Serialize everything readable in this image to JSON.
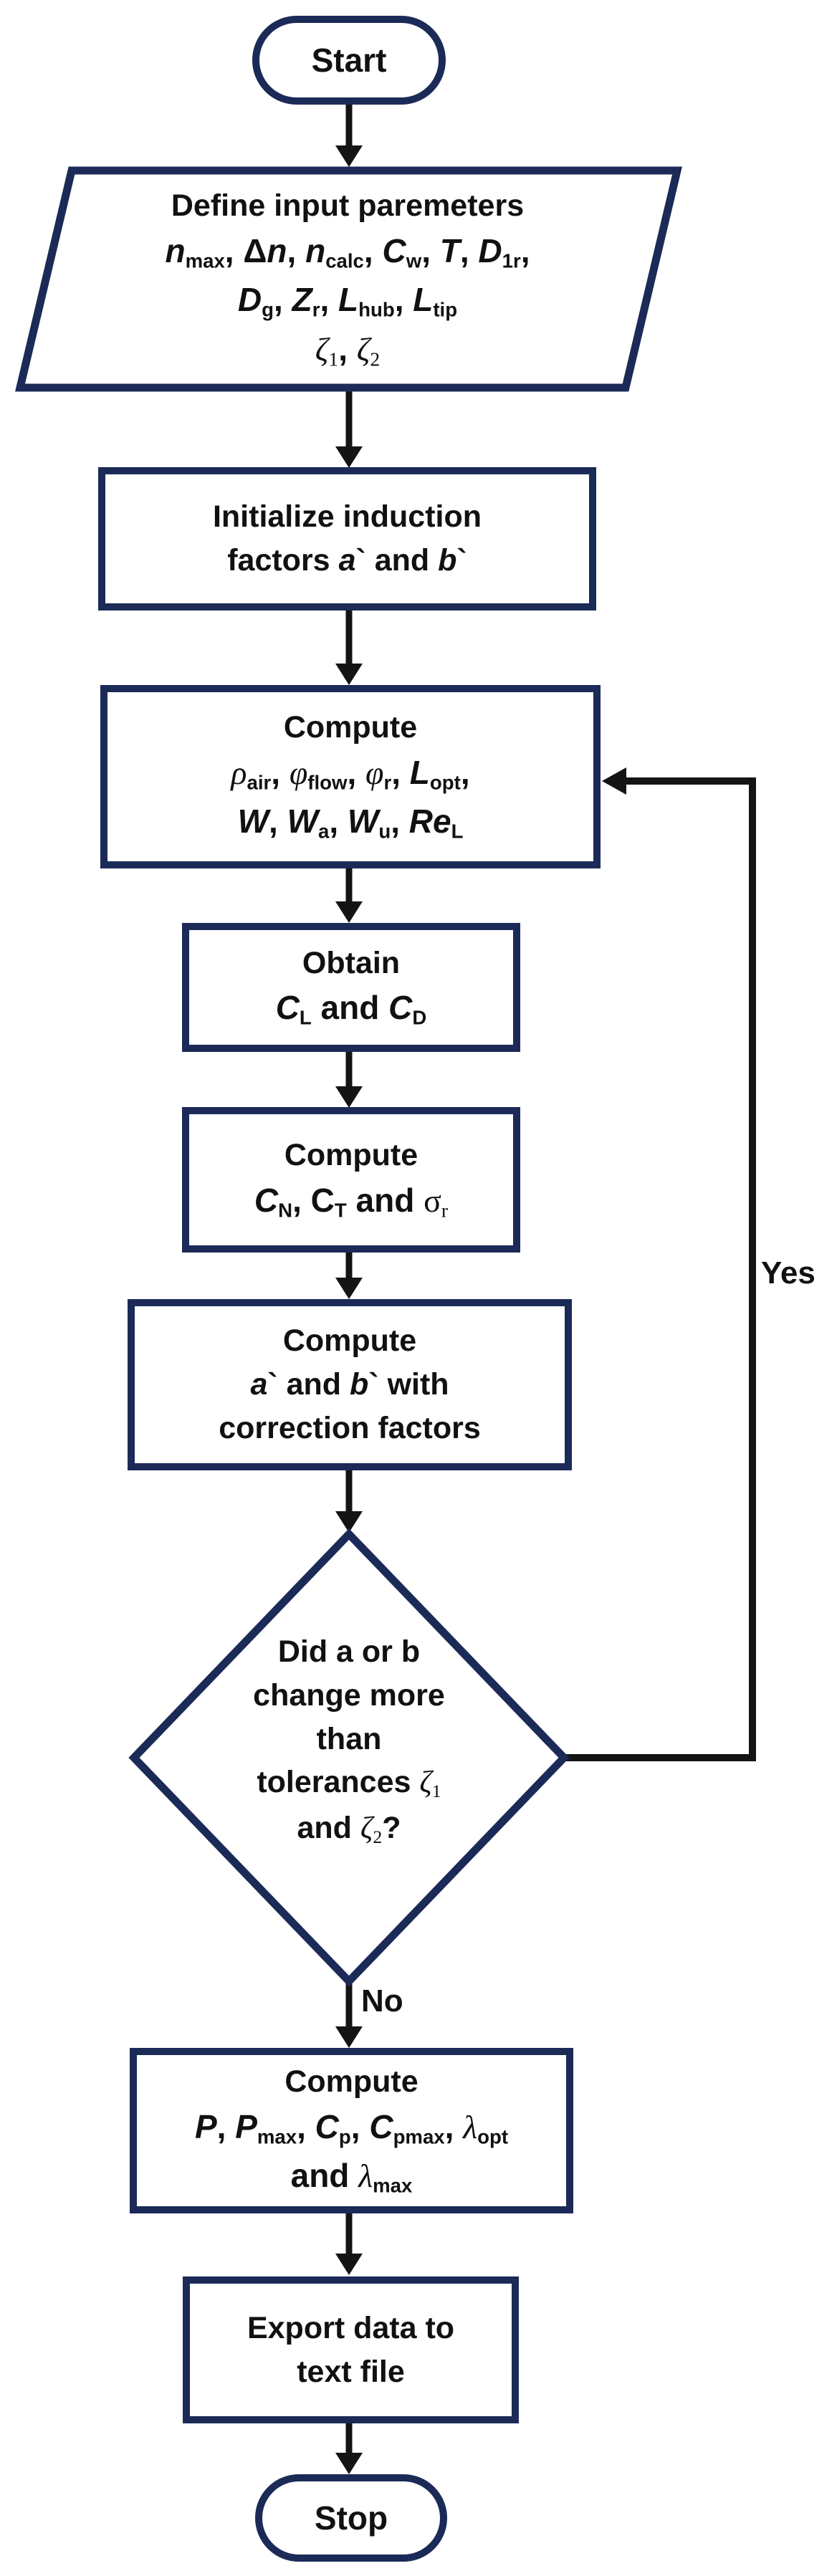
{
  "colors": {
    "outline": "#1b2a57",
    "connector": "#141414",
    "text": "#111111",
    "background": "#ffffff"
  },
  "flowchart": {
    "start": {
      "label": "Start"
    },
    "define": {
      "line1": "Define input paremeters",
      "line2": [
        {
          "t": "n",
          "c": "it"
        },
        {
          "t": "max",
          "c": "sub"
        },
        {
          "t": ", Δ"
        },
        {
          "t": "n",
          "c": "it"
        },
        {
          "t": ", "
        },
        {
          "t": "n",
          "c": "it"
        },
        {
          "t": "calc",
          "c": "sub"
        },
        {
          "t": ", "
        },
        {
          "t": "C",
          "c": "it"
        },
        {
          "t": "w",
          "c": "sub"
        },
        {
          "t": ", "
        },
        {
          "t": "T",
          "c": "it"
        },
        {
          "t": ", "
        },
        {
          "t": "D",
          "c": "it"
        },
        {
          "t": "1r",
          "c": "sub"
        },
        {
          "t": ","
        }
      ],
      "line3": [
        {
          "t": "D",
          "c": "it"
        },
        {
          "t": "g",
          "c": "sub"
        },
        {
          "t": ", "
        },
        {
          "t": "Z",
          "c": "it"
        },
        {
          "t": "r",
          "c": "sub"
        },
        {
          "t": ", "
        },
        {
          "t": "L",
          "c": "it"
        },
        {
          "t": "hub",
          "c": "sub"
        },
        {
          "t": ", "
        },
        {
          "t": "L",
          "c": "it"
        },
        {
          "t": "tip",
          "c": "sub"
        }
      ],
      "line4": [
        {
          "t": "ζ",
          "c": "srf it"
        },
        {
          "t": "1",
          "c": "srf sub"
        },
        {
          "t": ", "
        },
        {
          "t": "ζ",
          "c": "srf it"
        },
        {
          "t": "2",
          "c": "srf sub"
        }
      ]
    },
    "init": {
      "line1": "Initialize induction",
      "line2": [
        {
          "t": "factors "
        },
        {
          "t": "a",
          "c": "it"
        },
        {
          "t": "` and "
        },
        {
          "t": "b",
          "c": "it"
        },
        {
          "t": "`"
        }
      ]
    },
    "compute1": {
      "title": "Compute",
      "line2": [
        {
          "t": "ρ",
          "c": "srf it"
        },
        {
          "t": "air",
          "c": "sub"
        },
        {
          "t": ", "
        },
        {
          "t": "φ",
          "c": "srf it"
        },
        {
          "t": "flow",
          "c": "sub"
        },
        {
          "t": ", "
        },
        {
          "t": "φ",
          "c": "srf it"
        },
        {
          "t": "r",
          "c": "sub"
        },
        {
          "t": ", "
        },
        {
          "t": "L",
          "c": "it"
        },
        {
          "t": "opt",
          "c": "sub"
        },
        {
          "t": ","
        }
      ],
      "line3": [
        {
          "t": "W",
          "c": "it"
        },
        {
          "t": ", "
        },
        {
          "t": "W",
          "c": "it"
        },
        {
          "t": "a",
          "c": "sub"
        },
        {
          "t": ", "
        },
        {
          "t": "W",
          "c": "it"
        },
        {
          "t": "u",
          "c": "sub"
        },
        {
          "t": ", "
        },
        {
          "t": "Re",
          "c": "it"
        },
        {
          "t": "L",
          "c": "sub"
        }
      ]
    },
    "obtain": {
      "title": "Obtain",
      "line2": [
        {
          "t": "C",
          "c": "it"
        },
        {
          "t": "L",
          "c": "sub"
        },
        {
          "t": " and "
        },
        {
          "t": "C",
          "c": "it"
        },
        {
          "t": "D",
          "c": "sub"
        }
      ]
    },
    "compute2": {
      "title": "Compute",
      "line2": [
        {
          "t": "C",
          "c": "it"
        },
        {
          "t": "N",
          "c": "sub"
        },
        {
          "t": ", C"
        },
        {
          "t": "T",
          "c": "sub"
        },
        {
          "t": " and  "
        },
        {
          "t": "σ",
          "c": "srf"
        },
        {
          "t": "r",
          "c": "srf sub"
        }
      ]
    },
    "compute3": {
      "title": "Compute",
      "line2": [
        {
          "t": "a",
          "c": "it"
        },
        {
          "t": "` and "
        },
        {
          "t": "b",
          "c": "it"
        },
        {
          "t": "` with"
        }
      ],
      "line3": "correction factors"
    },
    "decision": {
      "line1": "Did a or b",
      "line2": "change more",
      "line3": "than",
      "line4": [
        {
          "t": "tolerances "
        },
        {
          "t": "ζ",
          "c": "srf it"
        },
        {
          "t": "1",
          "c": "srf sub"
        }
      ],
      "line5": [
        {
          "t": "and  "
        },
        {
          "t": "ζ",
          "c": "srf it"
        },
        {
          "t": "2",
          "c": "srf sub"
        },
        {
          "t": "?"
        }
      ]
    },
    "compute4": {
      "title": "Compute",
      "line2": [
        {
          "t": "P",
          "c": "it"
        },
        {
          "t": ", "
        },
        {
          "t": "P",
          "c": "it"
        },
        {
          "t": "max",
          "c": "sub"
        },
        {
          "t": ", "
        },
        {
          "t": "C",
          "c": "it"
        },
        {
          "t": "p",
          "c": "sub"
        },
        {
          "t": ", "
        },
        {
          "t": "C",
          "c": "it"
        },
        {
          "t": "pmax",
          "c": "sub"
        },
        {
          "t": ", "
        },
        {
          "t": "λ",
          "c": "srf it"
        },
        {
          "t": "opt",
          "c": "sub"
        }
      ],
      "line3": [
        {
          "t": "and "
        },
        {
          "t": "λ",
          "c": "srf it"
        },
        {
          "t": "max",
          "c": "sub"
        }
      ]
    },
    "export": {
      "line1": "Export data to",
      "line2": "text file"
    },
    "stop": {
      "label": "Stop"
    },
    "edges": {
      "yes": "Yes",
      "no": "No"
    }
  }
}
